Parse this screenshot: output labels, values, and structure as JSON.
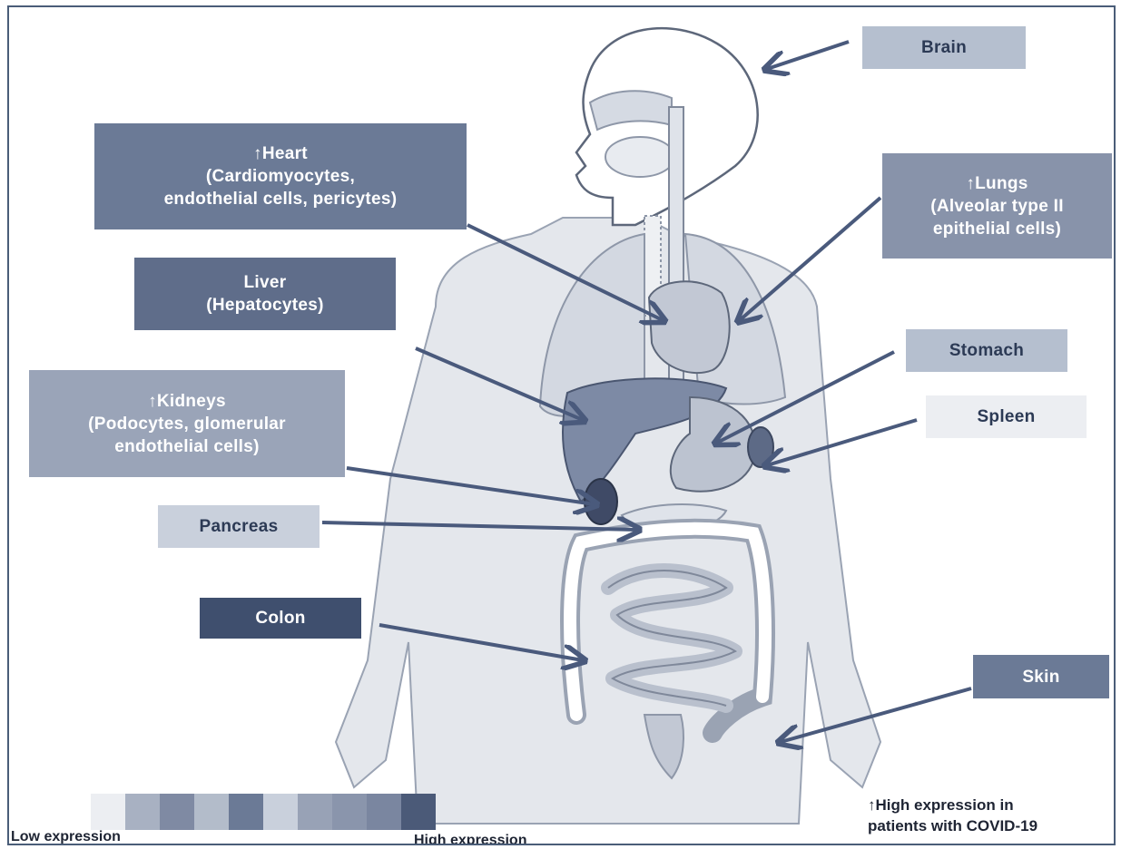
{
  "labels": {
    "brain": {
      "text": "Brain",
      "color": "#b5bfcf",
      "text_color": "#2c3a55"
    },
    "heart": {
      "text": "↑Heart\n(Cardiomyocytes,\nendothelial cells, pericytes)",
      "color": "#6b7a96",
      "text_color": "#ffffff"
    },
    "lungs": {
      "text": "↑Lungs\n(Alveolar type II\nepithelial cells)",
      "color": "#8893aa",
      "text_color": "#ffffff"
    },
    "liver": {
      "text": "Liver\n(Hepatocytes)",
      "color": "#5f6d8a",
      "text_color": "#ffffff"
    },
    "stomach": {
      "text": "Stomach",
      "color": "#b5bfcf",
      "text_color": "#2c3a55"
    },
    "spleen": {
      "text": "Spleen",
      "color": "#eceef2",
      "text_color": "#2c3a55"
    },
    "kidneys": {
      "text": "↑Kidneys\n(Podocytes, glomerular\nendothelial cells)",
      "color": "#9aa4b8",
      "text_color": "#ffffff"
    },
    "pancreas": {
      "text": "Pancreas",
      "color": "#c9d0dc",
      "text_color": "#2c3a55"
    },
    "colon": {
      "text": "Colon",
      "color": "#3f4f6e",
      "text_color": "#ffffff"
    },
    "skin": {
      "text": "Skin",
      "color": "#6b7a96",
      "text_color": "#ffffff"
    }
  },
  "legend": {
    "low_label": "Low expression",
    "high_label": "High expression",
    "swatches": [
      "#eceef2",
      "#a8b1c2",
      "#7f8aa3",
      "#b3bcca",
      "#6b7a96",
      "#c9d0dc",
      "#98a2b6",
      "#8a95ac",
      "#7a86a0",
      "#4b5a78"
    ]
  },
  "note": {
    "line1": "↑High expression in",
    "line2": "patients with COVID-19"
  },
  "colors": {
    "frame": "#4a5d78",
    "body_fill": "#e4e7ec",
    "body_stroke": "#9aa3b3",
    "arrow": "#4a5a7c"
  }
}
